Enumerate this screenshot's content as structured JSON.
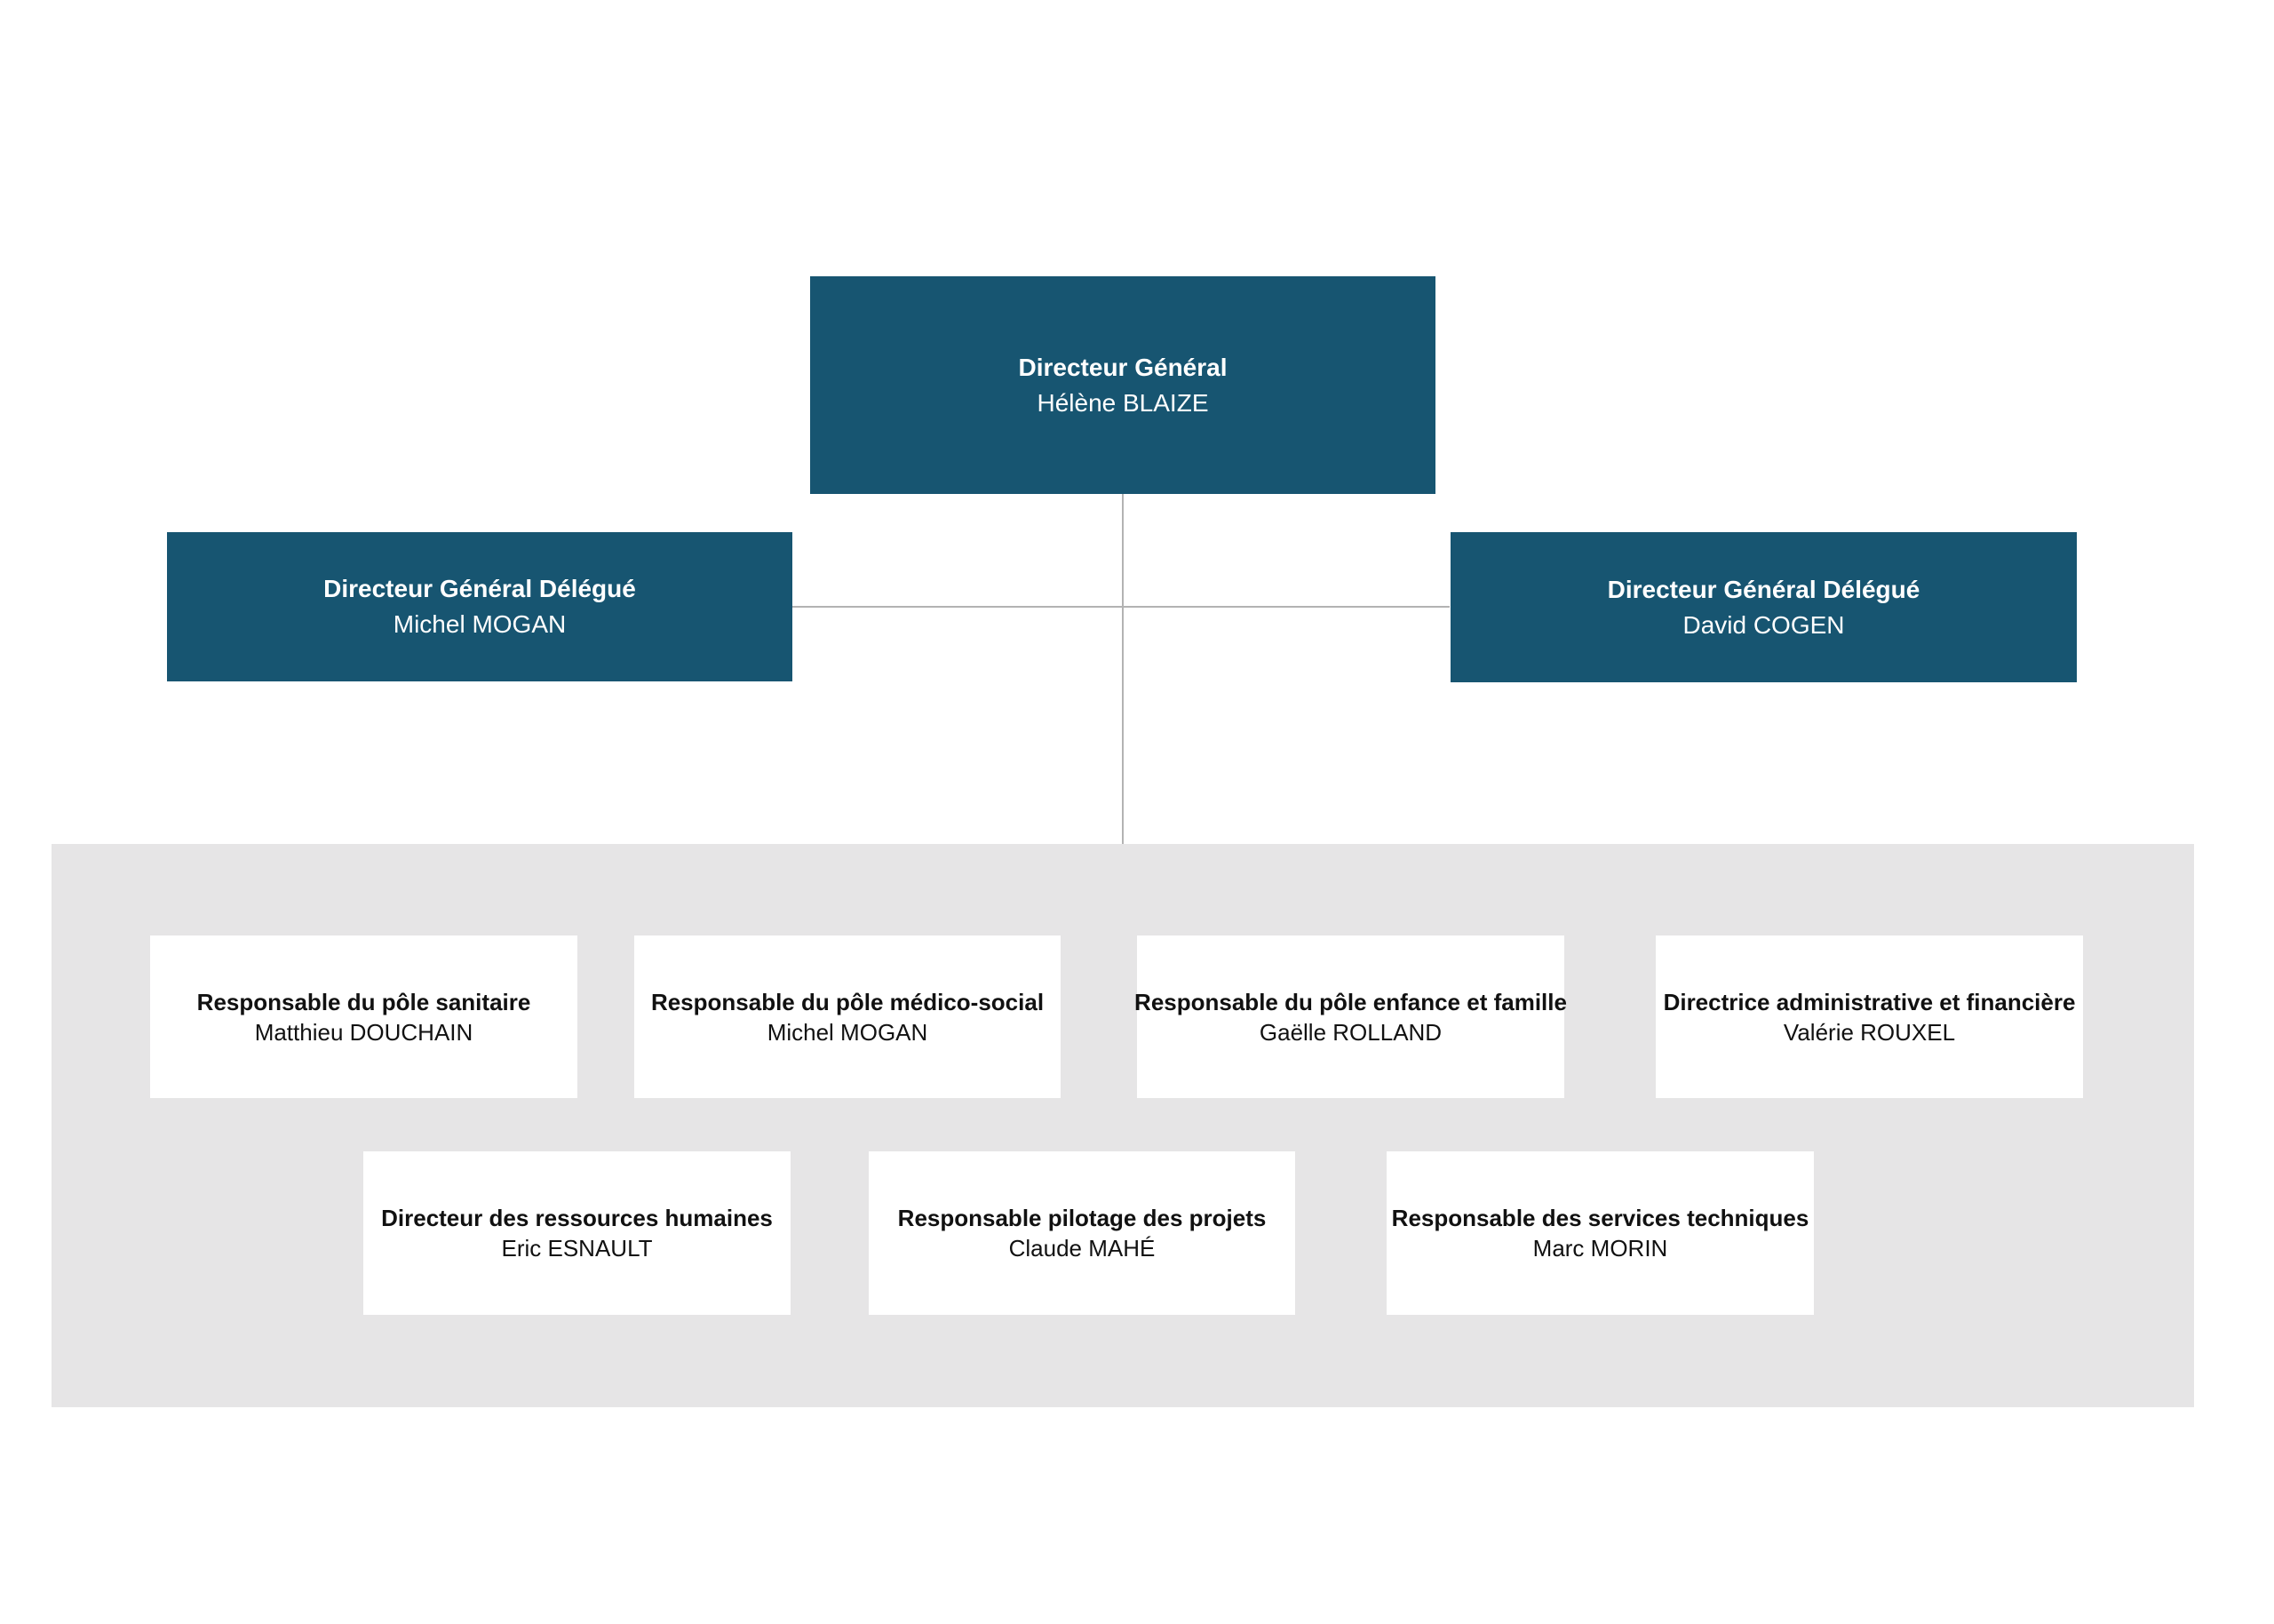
{
  "colors": {
    "leadership_box": "#175571",
    "panel_background": "#e6e5e6",
    "card_background": "#ffffff",
    "connector": "#b3b3b3"
  },
  "leadership": {
    "director": {
      "role": "Directeur Général",
      "name": "Hélène BLAIZE"
    },
    "deputy_left": {
      "role": "Directeur Général Délégué",
      "name": "Michel MOGAN"
    },
    "deputy_right": {
      "role": "Directeur Général Délégué",
      "name": "David COGEN"
    }
  },
  "units": [
    {
      "role": "Responsable du pôle sanitaire",
      "name": "Matthieu DOUCHAIN"
    },
    {
      "role": "Responsable du pôle médico-social",
      "name": "Michel MOGAN"
    },
    {
      "role": "Responsable du pôle enfance et famille",
      "name": "Gaëlle ROLLAND"
    },
    {
      "role": "Directrice administrative et financière",
      "name": "Valérie ROUXEL"
    },
    {
      "role": "Directeur des ressources humaines",
      "name": "Eric ESNAULT"
    },
    {
      "role": "Responsable pilotage des projets",
      "name": "Claude MAHÉ"
    },
    {
      "role": "Responsable des services techniques",
      "name": "Marc MORIN"
    }
  ]
}
